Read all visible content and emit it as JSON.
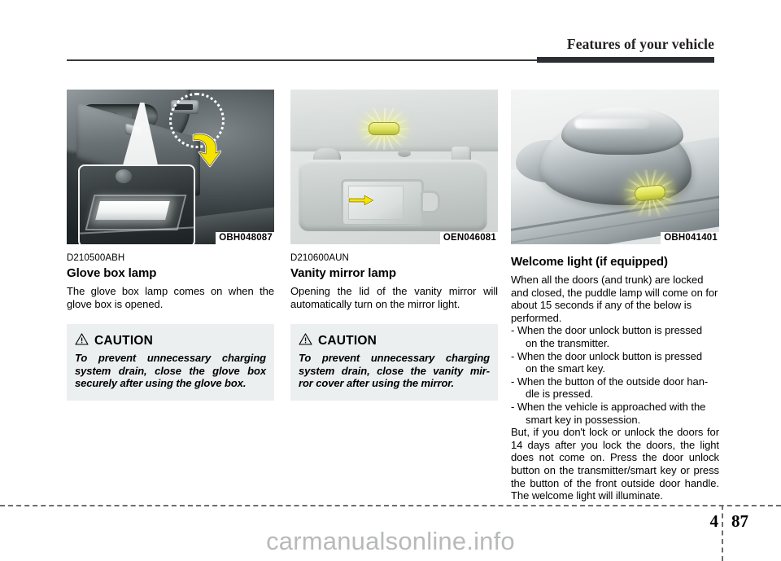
{
  "header": {
    "title": "Features of your vehicle"
  },
  "columns": [
    {
      "figure": {
        "name": "glove-box-lamp-illustration",
        "code": "OBH048087"
      },
      "section_code": "D210500ABH",
      "title": "Glove box lamp",
      "body": "The glove box lamp comes on when the glove box is opened.",
      "caution": {
        "label": "CAUTION",
        "lines": [
          "To prevent unnecessary charging",
          "system drain, close the glove box",
          "securely after using the glove box."
        ]
      }
    },
    {
      "figure": {
        "name": "vanity-mirror-lamp-illustration",
        "code": "OEN046081"
      },
      "section_code": "D210600AUN",
      "title": "Vanity mirror lamp",
      "body": "Opening the lid of the vanity mirror will automatically turn on the mirror light.",
      "caution": {
        "label": "CAUTION",
        "lines": [
          "To prevent unnecessary charging",
          "system drain, close the vanity mir-",
          "ror cover after using the mirror."
        ]
      }
    },
    {
      "figure": {
        "name": "welcome-light-mirror-illustration",
        "code": "OBH041401"
      },
      "section_code": "",
      "title": "Welcome light (if equipped)",
      "body": "When all the doors (and trunk) are locked and closed, the puddle lamp will come on for about 15 seconds if any of the below is performed.",
      "bullets": [
        {
          "main": "- When the door unlock button is pressed",
          "sub": "on the transmitter."
        },
        {
          "main": "- When the door unlock button is pressed",
          "sub": "on the smart key."
        },
        {
          "main": "- When the button of the outside door han-",
          "sub": "dle is pressed."
        },
        {
          "main": "- When the vehicle is approached with the",
          "sub": "smart key in possession."
        }
      ],
      "body2": "But, if you don't lock or unlock the doors for 14 days after you lock the doors, the light does not come on. Press the door unlock button on the transmitter/smart key or press the button of the front outside door handle. The welcome light will illuminate."
    }
  ],
  "footer": {
    "chapter": "4",
    "page": "87",
    "watermark": "carmanualsonline.info"
  },
  "colors": {
    "caution_background": "#eceff0",
    "rule_dark": "#2b2f33",
    "lamp_yellow": "#dde05a",
    "watermark_gray": "#b7b9bb"
  }
}
